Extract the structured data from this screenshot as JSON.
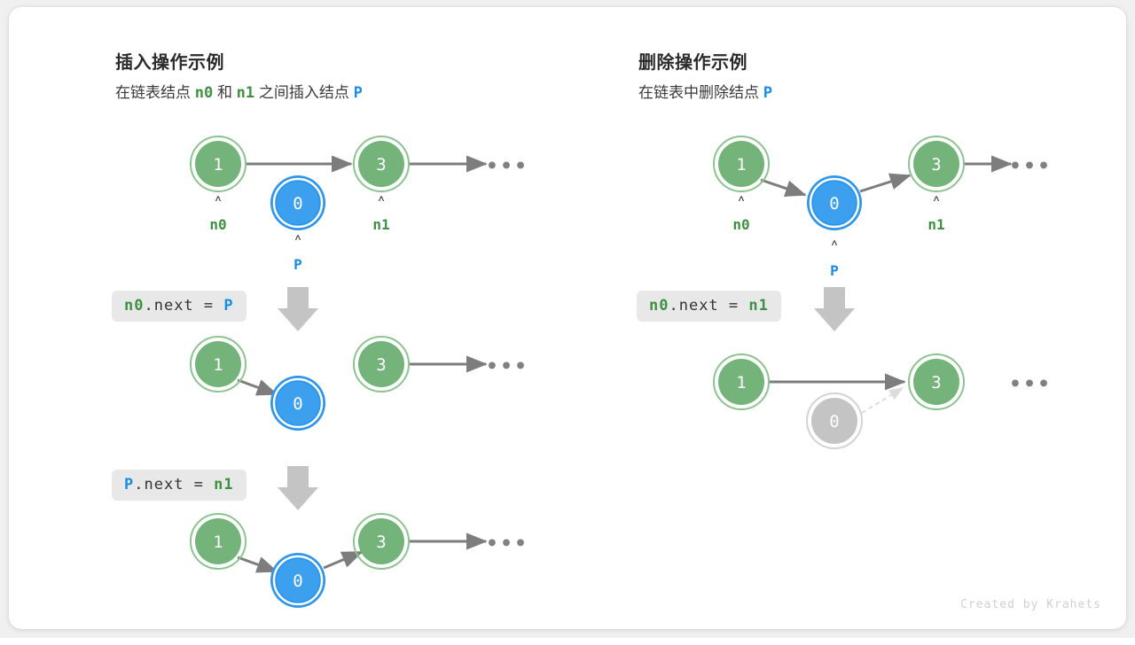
{
  "footer": {
    "credit": "Created by Krahets"
  },
  "colors": {
    "node_green_fill": "#74b37a",
    "node_green_ring": "#8cc490",
    "node_blue_fill": "#3ca0ef",
    "node_blue_ring": "#2e96ea",
    "node_gray_fill": "#c4c4c4",
    "node_gray_ring": "#d3d3d3",
    "arrow_gray": "#7d7d7d",
    "arrow_dashed": "#dcdcdc",
    "label_green": "#3f9142",
    "label_blue": "#1b8ce3",
    "chip_bg": "#e8e8e8",
    "card_bg": "#ffffff",
    "page_bg": "#f0f0f0"
  },
  "panels": [
    {
      "id": "insert",
      "title": "插入操作示例",
      "subtitle_parts": [
        {
          "text": "在链表结点 ",
          "style": "plain"
        },
        {
          "text": "n0",
          "style": "green-mono"
        },
        {
          "text": " 和 ",
          "style": "plain"
        },
        {
          "text": "n1",
          "style": "green-mono"
        },
        {
          "text": " 之间插入结点 ",
          "style": "plain"
        },
        {
          "text": "P",
          "style": "blue-mono"
        }
      ],
      "steps": [
        {
          "code_parts": [
            {
              "text": "n0",
              "style": "green-mono"
            },
            {
              "text": ".next = ",
              "style": "plain"
            },
            {
              "text": "P",
              "style": "blue-mono"
            }
          ]
        },
        {
          "code_parts": [
            {
              "text": "P",
              "style": "blue-mono"
            },
            {
              "text": ".next = ",
              "style": "plain"
            },
            {
              "text": "n1",
              "style": "green-mono"
            }
          ]
        }
      ],
      "rows": [
        {
          "nodes": [
            {
              "value": "1",
              "kind": "green",
              "label": "n0",
              "label_kind": "green",
              "caret": "∧"
            },
            {
              "value": "0",
              "kind": "blue",
              "label": "P",
              "label_kind": "blue",
              "caret": "∧"
            },
            {
              "value": "3",
              "kind": "green",
              "label": "n1",
              "label_kind": "green",
              "caret": "∧"
            }
          ],
          "tail_dots": "•••"
        },
        {
          "nodes": [
            {
              "value": "1",
              "kind": "green"
            },
            {
              "value": "0",
              "kind": "blue"
            },
            {
              "value": "3",
              "kind": "green"
            }
          ],
          "tail_dots": "•••"
        },
        {
          "nodes": [
            {
              "value": "1",
              "kind": "green"
            },
            {
              "value": "0",
              "kind": "blue"
            },
            {
              "value": "3",
              "kind": "green"
            }
          ],
          "tail_dots": "•••"
        }
      ]
    },
    {
      "id": "delete",
      "title": "删除操作示例",
      "subtitle_parts": [
        {
          "text": "在链表中删除结点 ",
          "style": "plain"
        },
        {
          "text": "P",
          "style": "blue-mono"
        }
      ],
      "steps": [
        {
          "code_parts": [
            {
              "text": "n0",
              "style": "green-mono"
            },
            {
              "text": ".next = ",
              "style": "plain"
            },
            {
              "text": "n1",
              "style": "green-mono"
            }
          ]
        }
      ],
      "rows": [
        {
          "nodes": [
            {
              "value": "1",
              "kind": "green",
              "label": "n0",
              "label_kind": "green",
              "caret": "∧"
            },
            {
              "value": "0",
              "kind": "blue",
              "label": "P",
              "label_kind": "blue",
              "caret": "∧"
            },
            {
              "value": "3",
              "kind": "green",
              "label": "n1",
              "label_kind": "green",
              "caret": "∧"
            }
          ],
          "tail_dots": "•••"
        },
        {
          "nodes": [
            {
              "value": "1",
              "kind": "green"
            },
            {
              "value": "0",
              "kind": "gray"
            },
            {
              "value": "3",
              "kind": "green"
            }
          ],
          "tail_dots": "•••"
        }
      ]
    }
  ]
}
